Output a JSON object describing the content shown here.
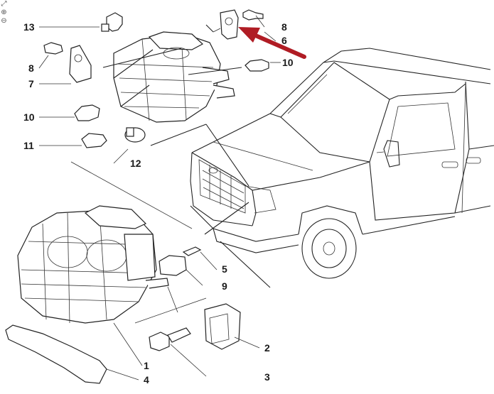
{
  "diagram": {
    "callouts": [
      "1",
      "2",
      "3",
      "4",
      "5",
      "6",
      "7",
      "8",
      "8",
      "9",
      "10",
      "10",
      "11",
      "12",
      "13"
    ],
    "labels": {
      "c1": "1",
      "c2": "2",
      "c3": "3",
      "c4": "4",
      "c5": "5",
      "c6": "6",
      "c7": "7",
      "c8a": "8",
      "c8b": "8",
      "c9": "9",
      "c10a": "10",
      "c10b": "10",
      "c11": "11",
      "c12": "12",
      "c13": "13"
    },
    "colors": {
      "line": "#222222",
      "arrow": "#b01c24",
      "background": "#ffffff"
    }
  },
  "toolbar": {
    "icons": [
      "fit-page-icon",
      "zoom-in-icon",
      "zoom-out-icon"
    ],
    "glyphs": [
      "⤢",
      "⊕",
      "⊖"
    ]
  }
}
